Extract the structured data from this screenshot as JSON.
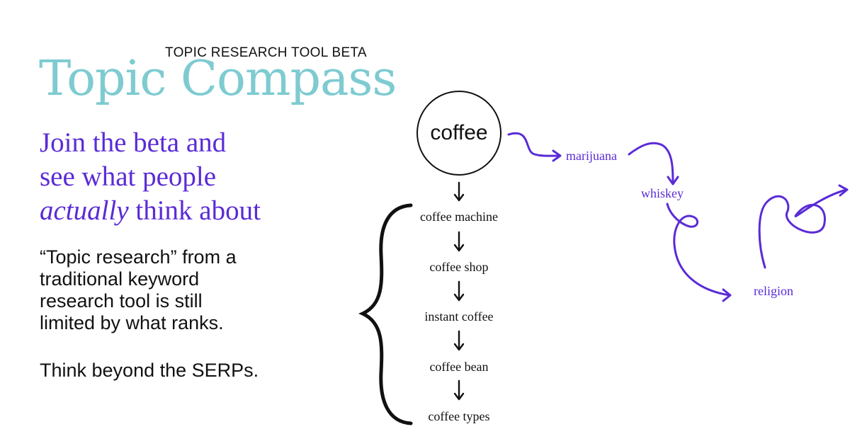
{
  "eyebrow": "TOPIC RESEARCH TOOL BETA",
  "brand": "Topic Compass",
  "headline": {
    "line1": "Join the beta and",
    "line2": "see what people",
    "line3_emphasis": "actually",
    "line3_rest": " think about"
  },
  "body": {
    "line1": "“Topic research” from a",
    "line2": "traditional keyword",
    "line3": "research tool is still",
    "line4": "limited by what ranks."
  },
  "tagline": "Think beyond the SERPs.",
  "diagram": {
    "seed": "coffee",
    "chain": [
      "coffee machine",
      "coffee shop",
      "instant coffee",
      "coffee bean",
      "coffee types"
    ],
    "drift": [
      "marijuana",
      "whiskey",
      "religion"
    ]
  },
  "colors": {
    "brand": "#7ecbd1",
    "accent": "#5a2bd6",
    "ink": "#111111"
  }
}
